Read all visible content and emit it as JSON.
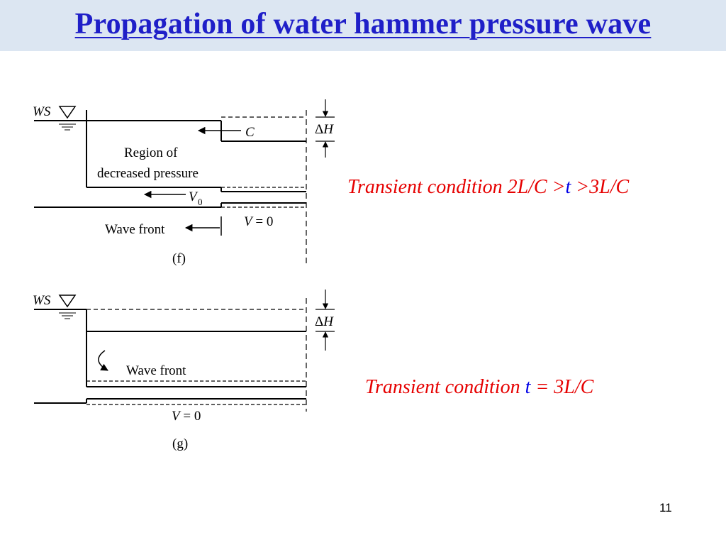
{
  "slide": {
    "title": "Propagation of water hammer pressure wave",
    "page_number": "11"
  },
  "diagram_f": {
    "ws_label": "WS",
    "c_label": "C",
    "dh_delta": "Δ",
    "dh_h": "H",
    "region_line1": "Region of",
    "region_line2": "decreased pressure",
    "v0_v": "V",
    "v0_sub": "0",
    "wave_front": "Wave front",
    "v_eq_v": "V",
    "v_eq_rest": " = 0",
    "caption": "(f)"
  },
  "diagram_g": {
    "ws_label": "WS",
    "dh_delta": "Δ",
    "dh_h": "H",
    "wave_front": "Wave front",
    "v_eq_v": "V",
    "v_eq_rest": " = 0",
    "caption": "(g)"
  },
  "condition_f": {
    "prefix": "Transient condition 2L/C >",
    "t": "t",
    "suffix": " >3L/C"
  },
  "condition_g": {
    "prefix": "Transient condition ",
    "t": "t",
    "suffix": " = 3L/C"
  }
}
